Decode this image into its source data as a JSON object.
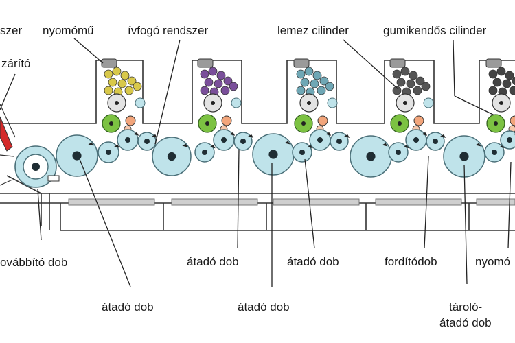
{
  "diagram": {
    "labels_top": {
      "left_cut": "szer",
      "printing_unit": "nyomómű",
      "gripper_system": "ívfogó rendszer",
      "plate_cylinder": "lemez cilinder",
      "blanket_cylinder": "gumikendős cilinder"
    },
    "labels_side": {
      "dryer_cut": "zárító"
    },
    "labels_bottom": {
      "feed_drum_cut": "ovábbító dob",
      "transfer_drum_1": "átadó dob",
      "transfer_drum_2": "átadó dob",
      "transfer_drum_3": "átadó dob",
      "transfer_drum_4": "átadó dob",
      "perfecting_drum": "fordítódob",
      "printing_cut": "nyomó",
      "storage_transfer_line1": "tároló-",
      "storage_transfer_line2": "átadó dob"
    },
    "colors": {
      "drum_fill": "#bfe3ea",
      "drum_stroke": "#4a6f78",
      "hub": "#1f2d33",
      "green_cylinder": "#7cc242",
      "orange_roller": "#f2a57b",
      "frame_line": "#333333",
      "base_bar": "#cfcfcf",
      "unit_inks": [
        "#d8c84a",
        "#7a4f9a",
        "#6fa7b5",
        "#555555",
        "#444444"
      ]
    }
  }
}
